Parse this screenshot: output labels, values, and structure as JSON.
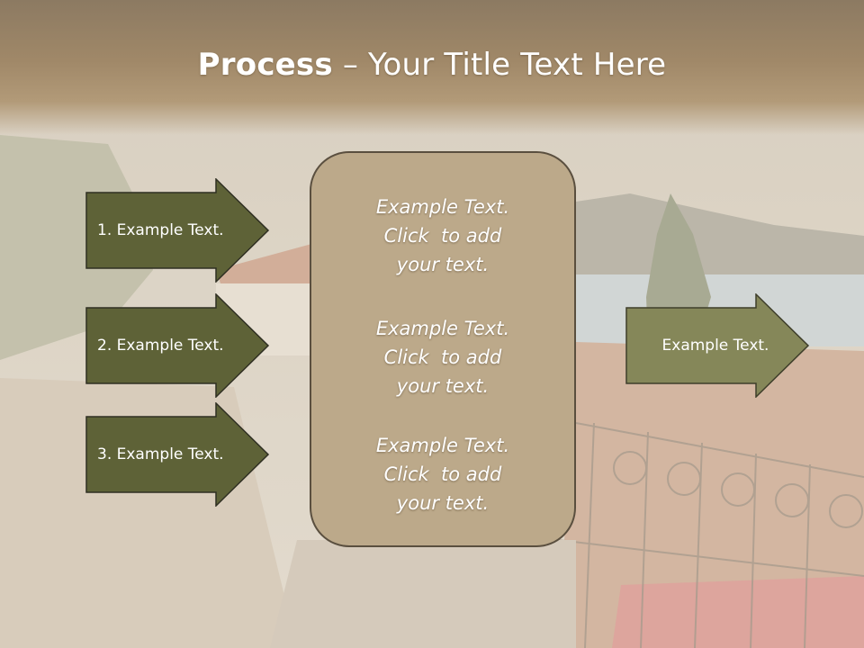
{
  "slide": {
    "title_bold": "Process",
    "title_separator": " – ",
    "title_rest": "Your Title Text Here"
  },
  "left_arrows": [
    {
      "label": "1. Example Text."
    },
    {
      "label": "2. Example Text."
    },
    {
      "label": "3. Example Text."
    }
  ],
  "center_box": {
    "items": [
      {
        "line1": "Example Text.",
        "line2": "Click  to add",
        "line3": "your text."
      },
      {
        "line1": "Example Text.",
        "line2": "Click  to add",
        "line3": "your text."
      },
      {
        "line1": "Example Text.",
        "line2": "Click  to add",
        "line3": "your text."
      }
    ]
  },
  "right_arrow": {
    "label": "Example Text."
  },
  "colors": {
    "left_arrow_fill": "#5e6237",
    "right_arrow_fill": "#858759",
    "center_box_fill": "#bca98a",
    "title_band": "#a08868"
  }
}
